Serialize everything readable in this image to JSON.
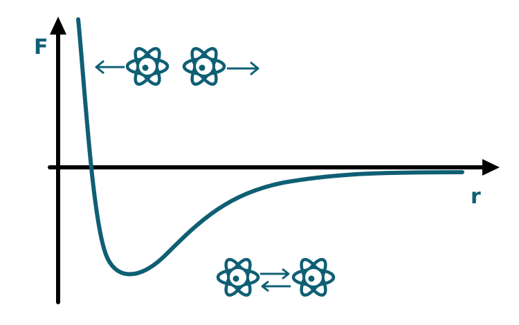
{
  "diagram": {
    "y_axis_label": "F",
    "x_axis_label": "r",
    "colors": {
      "curve": "#0f5f74",
      "atom": "#0f5f74",
      "axis": "#000000",
      "label": "#0f5f74"
    },
    "annotations": [
      {
        "name": "repulsion",
        "atoms": [
          "atom-icon",
          "atom-icon"
        ],
        "arrows": "outward"
      },
      {
        "name": "attraction",
        "atoms": [
          "atom-icon",
          "atom-icon"
        ],
        "arrows": "inward-exchange"
      }
    ]
  }
}
